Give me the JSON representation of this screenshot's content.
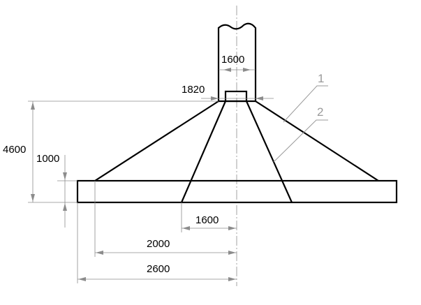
{
  "drawing": {
    "dimensions": {
      "column_width": "1600",
      "cap_width": "1820",
      "total_height": "4600",
      "slab_thickness": "1000",
      "inner_span": "1600",
      "mid_span": "2000",
      "outer_span": "2600"
    },
    "leaders": {
      "label_1": "1",
      "label_2": "2"
    },
    "colors": {
      "outline": "#000000",
      "dimension": "#8c8c8c",
      "leader": "#9a9a9a"
    }
  }
}
